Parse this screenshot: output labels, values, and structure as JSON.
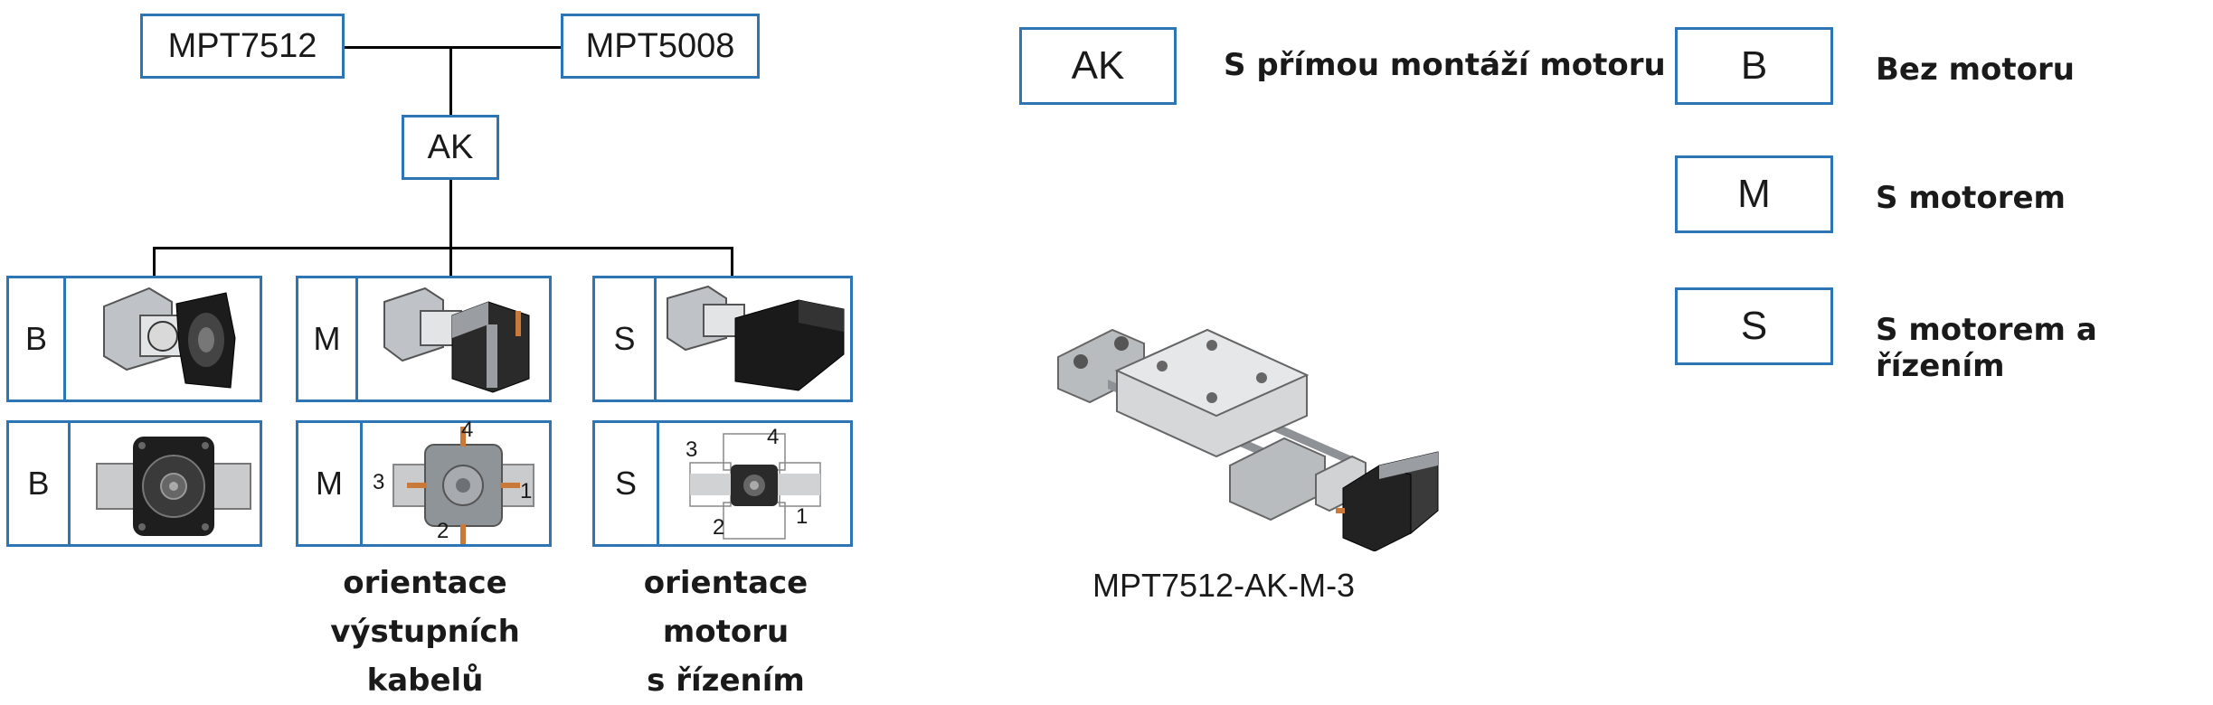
{
  "tree": {
    "model_a": "MPT7512",
    "model_b": "MPT5008",
    "mount": "AK"
  },
  "options": [
    {
      "code_top": "B",
      "code_bottom": "B"
    },
    {
      "code_top": "M",
      "code_bottom": "M"
    },
    {
      "code_top": "S",
      "code_bottom": "S"
    }
  ],
  "orientation_numbers": [
    "1",
    "2",
    "3",
    "4"
  ],
  "captions": {
    "cable_line1": "orientace",
    "cable_line2": "výstupních kabelů",
    "motor_line1": "orientace motoru",
    "motor_line2": "s řízením"
  },
  "legend": [
    {
      "code": "AK",
      "text": "S přímou montáží motoru"
    },
    {
      "code": "B",
      "text": "Bez motoru"
    },
    {
      "code": "M",
      "text": "S motorem"
    },
    {
      "code": "S",
      "text": "S motorem a řízením"
    }
  ],
  "product": {
    "caption": "MPT7512-AK-M-3"
  },
  "colors": {
    "border": "#2e75b6",
    "cable": "#c97a3a"
  }
}
